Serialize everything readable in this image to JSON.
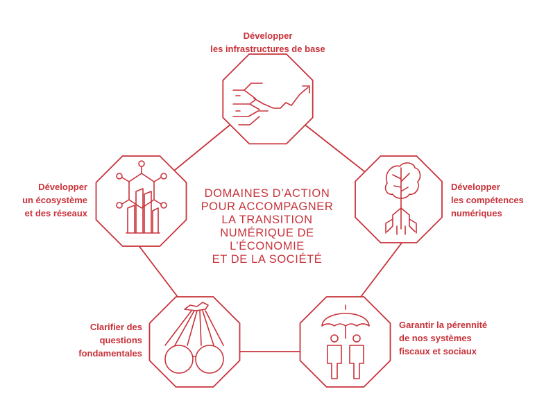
{
  "center": {
    "lines": [
      "DOMAINES D’ACTION",
      "POUR ACCOMPAGNER",
      "LA TRANSITION",
      "NUMÉRIQUE DE",
      "L’ÉCONOMIE",
      "ET DE LA SOCIÉTÉ"
    ]
  },
  "nodes": [
    {
      "id": "infrastructures",
      "icon": "network-growth-arrow-icon",
      "label": [
        "Développer",
        "les infrastructures de base"
      ]
    },
    {
      "id": "competences",
      "icon": "brain-roots-icon",
      "label": [
        "Développer",
        "les compétences",
        "numériques"
      ]
    },
    {
      "id": "fiscaux",
      "icon": "umbrella-people-icon",
      "label": [
        "Garantir la pérennité",
        "de nos systèmes",
        "fiscaux et sociaux"
      ]
    },
    {
      "id": "questions",
      "icon": "binoculars-icon",
      "label": [
        "Clarifier des",
        "questions",
        "fondamentales"
      ]
    },
    {
      "id": "ecosysteme",
      "icon": "network-buildings-icon",
      "label": [
        "Développer",
        "un écosystème",
        "et des réseaux"
      ]
    }
  ],
  "colors": {
    "accent": "#c8323a",
    "background": "#ffffff"
  }
}
